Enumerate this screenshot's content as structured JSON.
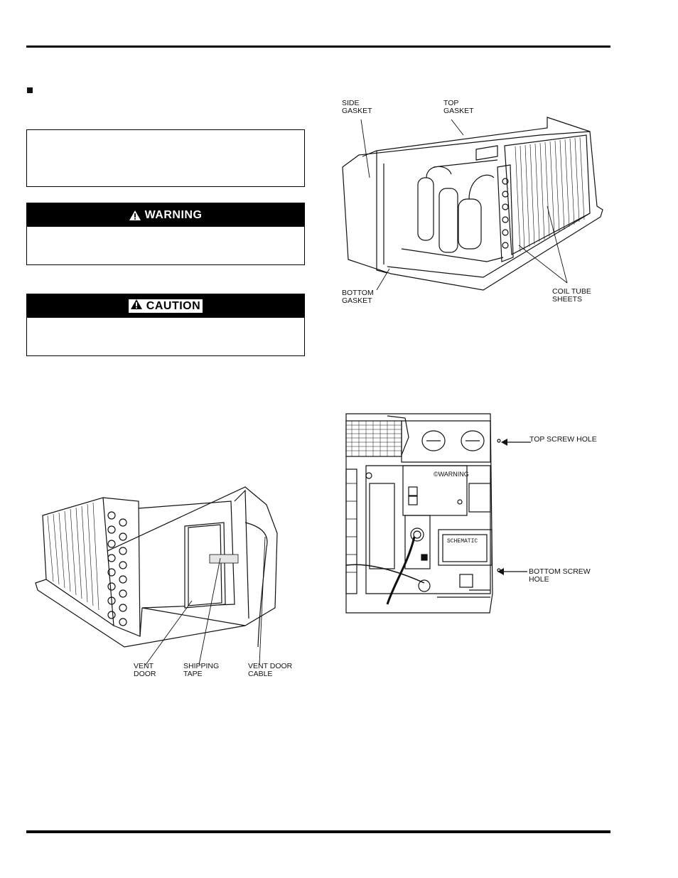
{
  "warning_box": {
    "label": "WARNING"
  },
  "caution_box": {
    "label": "CAUTION"
  },
  "figure_chassis_rear": {
    "labels": {
      "side_gasket": "SIDE\nGASKET",
      "top_gasket": "TOP\nGASKET",
      "bottom_gasket": "BOTTOM\nGASKET",
      "coil_tube_sheets": "COIL TUBE\nSHEETS"
    }
  },
  "figure_vent_door": {
    "labels": {
      "vent_door": "VENT\nDOOR",
      "shipping_tape": "SHIPPING\nTAPE",
      "vent_door_cable": "VENT DOOR\nCABLE"
    }
  },
  "figure_control_panel": {
    "labels": {
      "top_screw_hole": "TOP SCREW HOLE",
      "bottom_screw_hole": "BOTTOM SCREW\nHOLE",
      "panel_warning": "©WARNING",
      "panel_schematic": "SCHEMATIC"
    }
  }
}
